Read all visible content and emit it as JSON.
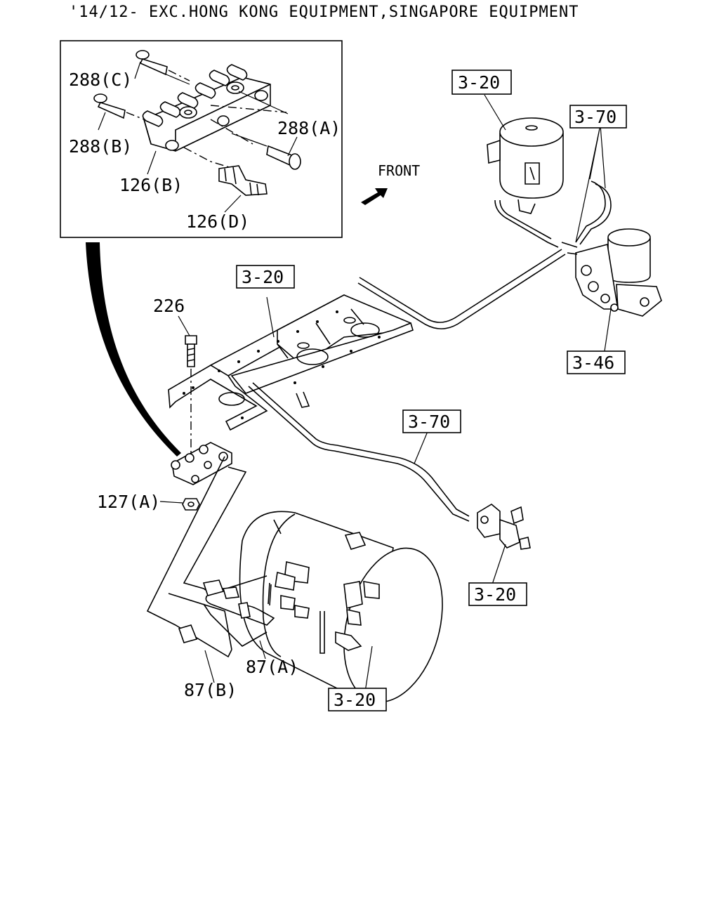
{
  "header": {
    "text": "'14/12- EXC.HONG KONG EQUIPMENT,SINGAPORE EQUIPMENT"
  },
  "orientation": {
    "front_label": "FRONT"
  },
  "inset_labels": {
    "p288c": "288(C)",
    "p288b": "288(B)",
    "p288a": "288(A)",
    "p126b": "126(B)",
    "p126d": "126(D)"
  },
  "part_labels": {
    "p226": "226",
    "p127a": "127(A)",
    "p87a": "87(A)",
    "p87b": "87(B)"
  },
  "references": {
    "ref_dryer_tank": "3-20",
    "ref_pipe_upper": "3-70",
    "ref_frame": "3-20",
    "ref_dryer": "3-46",
    "ref_pipe_lower": "3-70",
    "ref_valve": "3-20",
    "ref_air_tank": "3-20"
  }
}
